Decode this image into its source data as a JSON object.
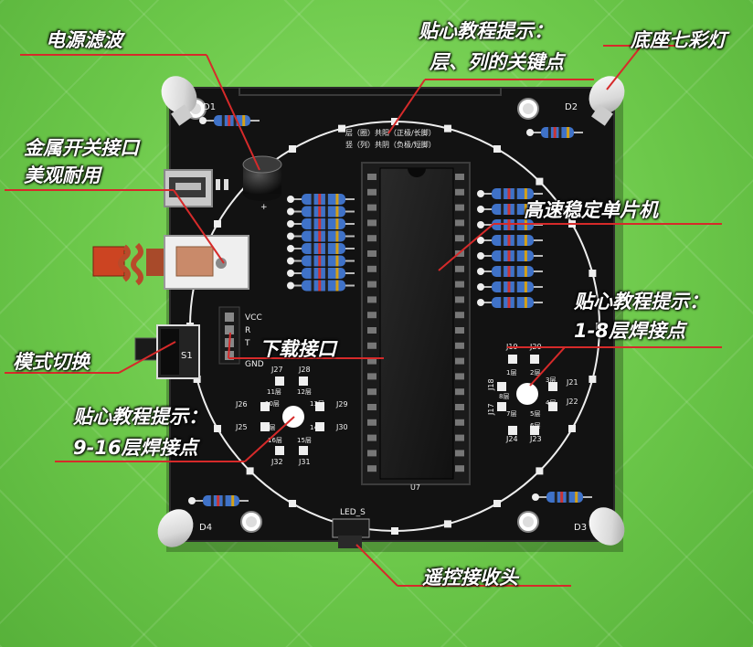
{
  "callouts": {
    "power_filter": "电源滤波",
    "metal_switch_line1": "金属开关接口",
    "metal_switch_line2": "美观耐用",
    "mode_switch": "模式切换",
    "tip_line1_line1": "贴心教程提示：",
    "tip_line1_line2": "层、列的关键点",
    "base_led": "底座七彩灯",
    "mcu": "高速稳定单片机",
    "tip_18_line1": "贴心教程提示：",
    "tip_18_line2": "1-8层焊接点",
    "download": "下载接口",
    "tip_916_line1": "贴心教程提示：",
    "tip_916_line2": "9-16层焊接点",
    "ir_receiver": "遥控接收头"
  },
  "silkscreen": {
    "d1": "D1",
    "d2": "D2",
    "d3": "D3",
    "d4": "D4",
    "s1": "S1",
    "u7": "U7",
    "led_s": "LED_S",
    "vcc": "VCC",
    "r": "R",
    "t": "T",
    "gnd": "GND",
    "legend_line1": "层（圈）共阳（正极/长脚）",
    "legend_line2": "竖（列）共阴（负极/短脚）",
    "j26": "J26",
    "j25": "J25",
    "j27": "J27",
    "j28": "J28",
    "j29": "J29",
    "j30": "J30",
    "j32": "J32",
    "j31": "J31",
    "j19": "J19",
    "j20": "J20",
    "j18": "J18",
    "j17": "J17",
    "j21": "J21",
    "j22": "J22",
    "j24": "J24",
    "j23": "J23",
    "l11": "11层",
    "l12": "12层",
    "l13": "13层",
    "l14": "14层",
    "l15": "15层",
    "l16": "16层",
    "l10": "10层",
    "l9": "9层",
    "l1": "1层",
    "l2": "2层",
    "l3": "3层",
    "l4": "4层",
    "l5": "5层",
    "l6": "6层",
    "l7": "7层",
    "l8": "8层"
  },
  "colors": {
    "board": "#111111",
    "background": "#6cc84a",
    "silkscreen": "#f2f2f2",
    "resistor": "#3f72c8",
    "callout_line": "#d62a2a"
  }
}
